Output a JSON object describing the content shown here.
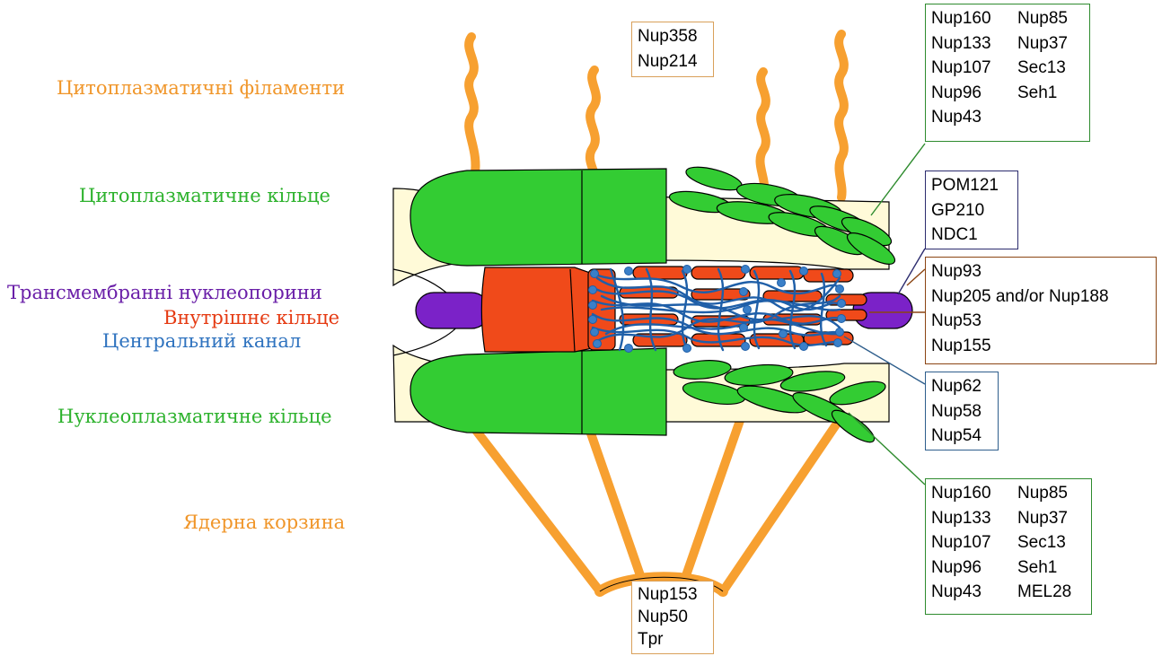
{
  "colors": {
    "orange": "#F7A030",
    "green": "#33CC33",
    "red": "#F04A1A",
    "purple": "#7B22C8",
    "blue": "#3A7FC8",
    "cream": "#FFFAD8",
    "legend_orange": "#F0962A",
    "legend_green": "#2DB22D",
    "legend_purple": "#6A1FA8",
    "legend_red": "#E53A12",
    "legend_blue": "#2F73BF",
    "box_orange": "#D9A05A",
    "box_green": "#2E8B2E",
    "box_navy": "#2C2C6E",
    "box_brown": "#8B4513",
    "box_blue": "#2E5E8C"
  },
  "legend": {
    "cyto_filaments": "Цитоплазматичні філаменти",
    "cyto_ring": "Цитоплазматичне кільце",
    "transmembrane": "Трансмембранні нуклеопорини",
    "inner_ring": "Внутрішнє кільце",
    "central_channel": "Центральний канал",
    "nucleo_ring": "Нуклеоплазматичне кільце",
    "basket": "Ядерна корзина"
  },
  "boxes": {
    "filaments": [
      "Nup358",
      "Nup214"
    ],
    "cyto_ring": [
      [
        "Nup160",
        "Nup85"
      ],
      [
        "Nup133",
        "Nup37"
      ],
      [
        "Nup107",
        "Sec13"
      ],
      [
        "Nup96",
        "Seh1"
      ],
      [
        "Nup43",
        ""
      ]
    ],
    "transmembrane": [
      "POM121",
      "GP210",
      "NDC1"
    ],
    "inner_ring": [
      "Nup93",
      "Nup205 and/or Nup188",
      "Nup53",
      "Nup155"
    ],
    "central": [
      "Nup62",
      "Nup58",
      "Nup54"
    ],
    "nucleo_ring": [
      [
        "Nup160",
        "Nup85"
      ],
      [
        "Nup133",
        "Nup37"
      ],
      [
        "Nup107",
        "Sec13"
      ],
      [
        "Nup96",
        "Seh1"
      ],
      [
        "Nup43",
        "MEL28"
      ]
    ],
    "basket": [
      "Nup153",
      "Nup50",
      "Tpr"
    ]
  }
}
